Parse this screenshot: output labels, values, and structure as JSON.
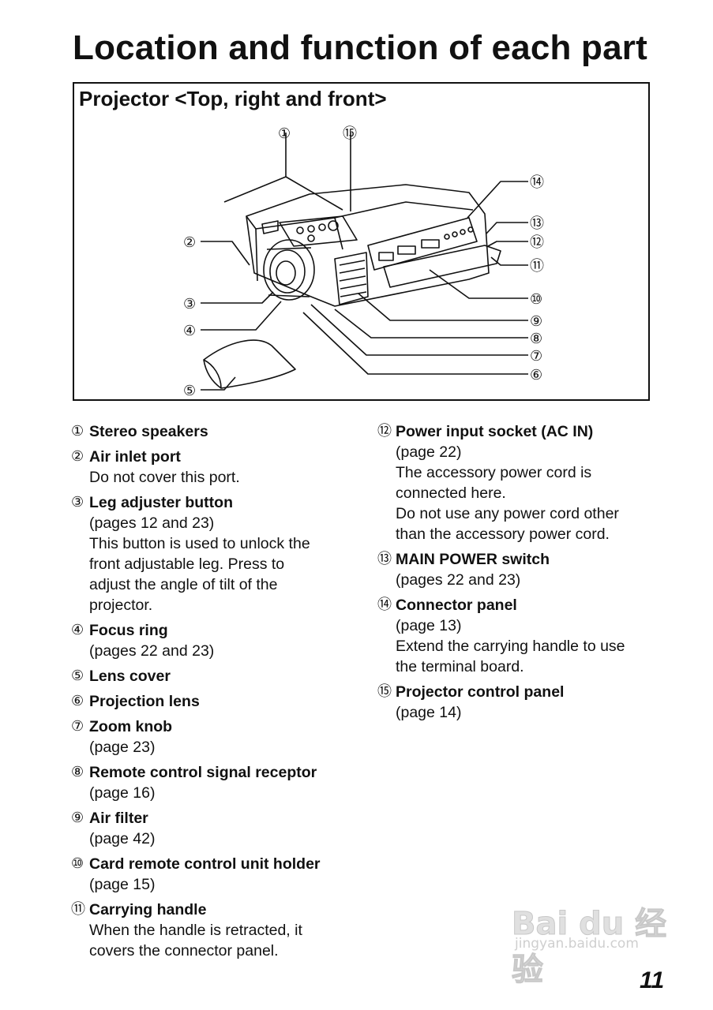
{
  "title": "Location and function of each part",
  "figure": {
    "title": "Projector <Top, right and front>",
    "callouts": [
      "①",
      "②",
      "③",
      "④",
      "⑤",
      "⑥",
      "⑦",
      "⑧",
      "⑨",
      "⑩",
      "⑪",
      "⑫",
      "⑬",
      "⑭",
      "⑮"
    ]
  },
  "parts_left": [
    {
      "num": "①",
      "name": "Stereo speakers",
      "lines": []
    },
    {
      "num": "②",
      "name": "Air inlet port",
      "lines": [
        "Do not cover this port."
      ]
    },
    {
      "num": "③",
      "name": "Leg adjuster button",
      "lines": [
        "(pages 12 and 23)",
        "This button is used to unlock the",
        "front adjustable leg. Press to",
        "adjust the angle of tilt of the",
        "projector."
      ]
    },
    {
      "num": "④",
      "name": "Focus ring",
      "lines": [
        "(pages 22 and 23)"
      ]
    },
    {
      "num": "⑤",
      "name": "Lens cover",
      "lines": []
    },
    {
      "num": "⑥",
      "name": "Projection lens",
      "lines": []
    },
    {
      "num": "⑦",
      "name": "Zoom knob",
      "lines": [
        "(page 23)"
      ]
    },
    {
      "num": "⑧",
      "name": "Remote control signal receptor",
      "lines": [
        "(page 16)"
      ]
    },
    {
      "num": "⑨",
      "name": "Air filter",
      "lines": [
        "(page 42)"
      ]
    },
    {
      "num": "⑩",
      "name": "Card remote control unit holder",
      "lines": [
        "(page 15)"
      ]
    },
    {
      "num": "⑪",
      "name": "Carrying handle",
      "lines": [
        "When the handle is retracted, it",
        "covers the connector panel."
      ]
    }
  ],
  "parts_right": [
    {
      "num": "⑫",
      "name": "Power input socket (AC IN)",
      "lines": [
        "(page 22)",
        "The accessory power cord is",
        "connected here.",
        "Do not use any power cord other",
        "than the accessory power cord."
      ]
    },
    {
      "num": "⑬",
      "name": "MAIN POWER switch",
      "lines": [
        "(pages 22 and 23)"
      ]
    },
    {
      "num": "⑭",
      "name": "Connector panel",
      "lines": [
        "(page 13)",
        "Extend the carrying handle to use",
        "the terminal board."
      ]
    },
    {
      "num": "⑮",
      "name": "Projector control panel",
      "lines": [
        "(page 14)"
      ]
    }
  ],
  "watermark": {
    "main": "Bai du 经验",
    "sub": "jingyan.baidu.com"
  },
  "page_number": "11"
}
